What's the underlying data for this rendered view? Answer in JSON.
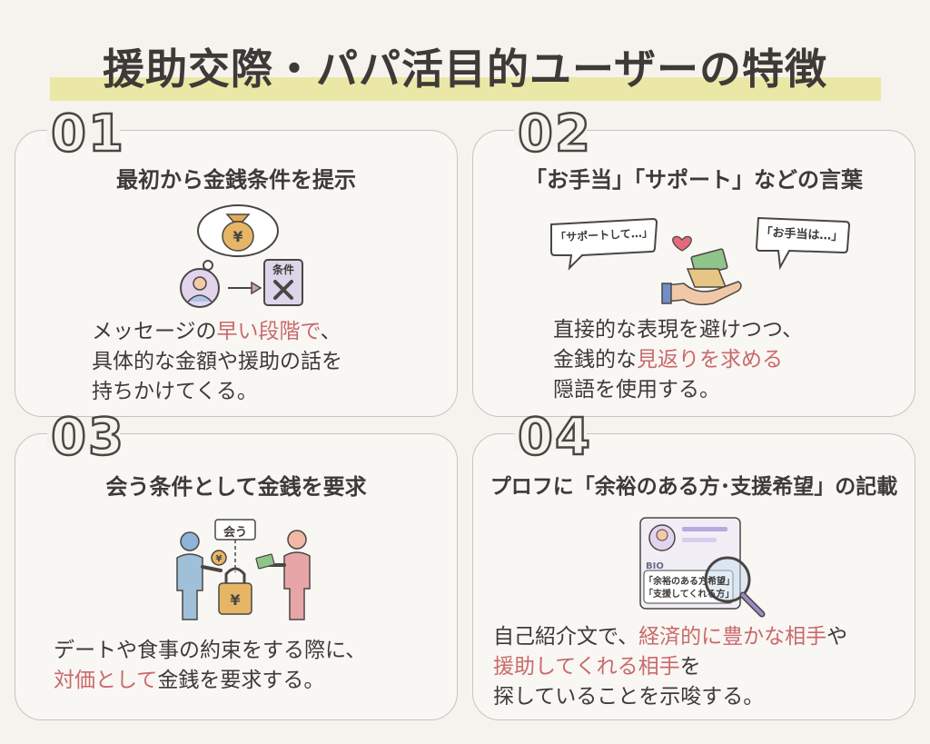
{
  "title": "援助交際・パパ活目的ユーザーの特徴",
  "cards": [
    {
      "number": "01",
      "title": "最初から金銭条件を提示",
      "icon_label": "条件",
      "desc": [
        {
          "pre": "メッセージの",
          "hl": "早い段階で",
          "post": "、"
        },
        {
          "pre": "具体的な金額や援助の話を",
          "hl": "",
          "post": ""
        },
        {
          "pre": "持ちかけてくる。",
          "hl": "",
          "post": ""
        }
      ]
    },
    {
      "number": "02",
      "title": "「お手当」「サポート」などの言葉",
      "bubble_left": "「サポートして…」",
      "bubble_right": "「お手当は…」",
      "desc": [
        {
          "pre": "直接的な表現を避けつつ、",
          "hl": "",
          "post": ""
        },
        {
          "pre": "金銭的な",
          "hl": "見返りを求める",
          "post": ""
        },
        {
          "pre": "隠語を使用する。",
          "hl": "",
          "post": ""
        }
      ]
    },
    {
      "number": "03",
      "title": "会う条件として金銭を要求",
      "sign_label": "会う",
      "desc": [
        {
          "pre": "デートや食事の約束をする際に、",
          "hl": "",
          "post": ""
        },
        {
          "pre": "",
          "hl": "対価として",
          "post": "金銭を要求する。"
        }
      ]
    },
    {
      "number": "04",
      "title": "プロフに「余裕のある方･支援希望」の記載",
      "bio_label": "BIO",
      "bio_line1": "「余裕のある方希望」",
      "bio_line2": "「支援してくれる方」",
      "desc": [
        {
          "pre": "自己紹介文で、",
          "hl": "経済的に豊かな相手",
          "post": "や"
        },
        {
          "pre": "",
          "hl": "援助してくれる相手",
          "post": "を"
        },
        {
          "pre": "探していることを示唆する。",
          "hl": "",
          "post": ""
        }
      ]
    }
  ],
  "colors": {
    "highlight": "#c96a6a",
    "band": "#ebe7a6",
    "text": "#3d3a37"
  }
}
